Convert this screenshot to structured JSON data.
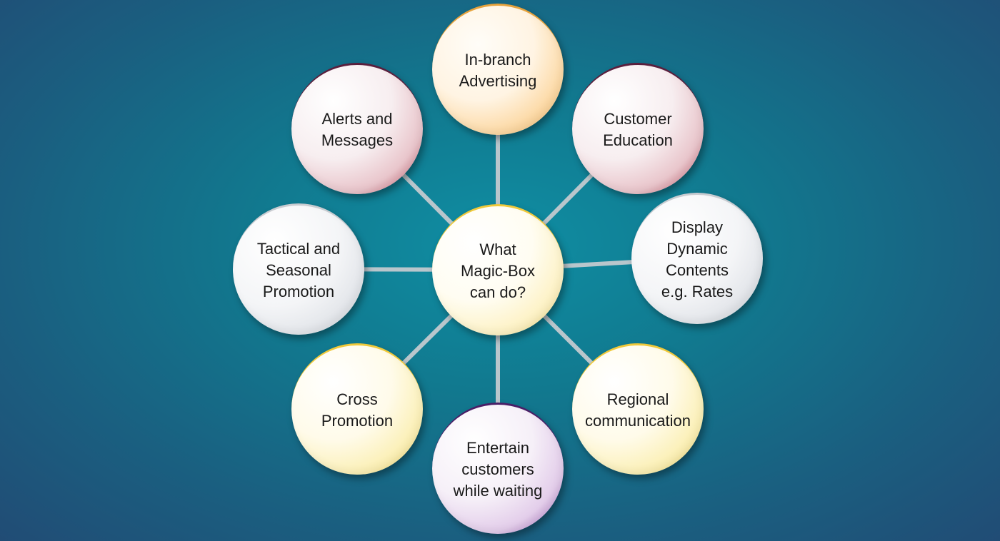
{
  "diagram": {
    "center": {
      "label": "What\nMagic-Box\ncan do?",
      "style": "center"
    },
    "nodes": [
      {
        "id": "in-branch-advertising",
        "label": "In-branch\nAdvertising",
        "style": "orange"
      },
      {
        "id": "customer-education",
        "label": "Customer\nEducation",
        "style": "red"
      },
      {
        "id": "display-dynamic-contents",
        "label": "Display\nDynamic\nContents\ne.g. Rates",
        "style": "gray"
      },
      {
        "id": "regional-communication",
        "label": "Regional\ncommunication",
        "style": "yellow"
      },
      {
        "id": "entertain-customers",
        "label": "Entertain\ncustomers\nwhile waiting",
        "style": "purple"
      },
      {
        "id": "cross-promotion",
        "label": "Cross\nPromotion",
        "style": "yellow"
      },
      {
        "id": "tactical-seasonal-promotion",
        "label": "Tactical and\nSeasonal\nPromotion",
        "style": "gray"
      },
      {
        "id": "alerts-messages",
        "label": "Alerts  and\nMessages",
        "style": "red"
      }
    ]
  },
  "colors": {
    "background": "#11798f",
    "spoke": "#b9c6cc"
  }
}
